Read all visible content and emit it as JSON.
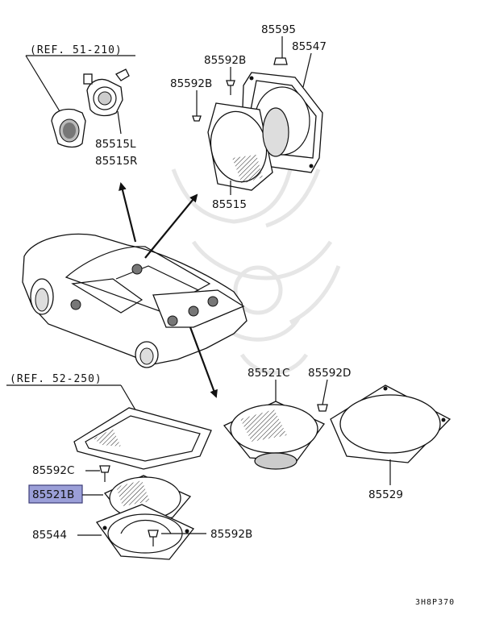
{
  "ref_labels": {
    "upper": "(REF. 51-210)",
    "lower": "(REF. 52-250)"
  },
  "part_labels": {
    "p85595": "85595",
    "p85547": "85547",
    "p85592B_top": "85592B",
    "p85592B_left": "85592B",
    "p85515L": "85515L",
    "p85515R": "85515R",
    "p85515": "85515",
    "p85521C": "85521C",
    "p85592D": "85592D",
    "p85592C": "85592C",
    "p85521B": "85521B",
    "p85529": "85529",
    "p85544": "85544",
    "p85592B_bottom": "85592B"
  },
  "highlight": {
    "part": "85521B",
    "fill": "#9b9fd8",
    "border": "#3c3c78"
  },
  "diagram_code": "3H8P370"
}
